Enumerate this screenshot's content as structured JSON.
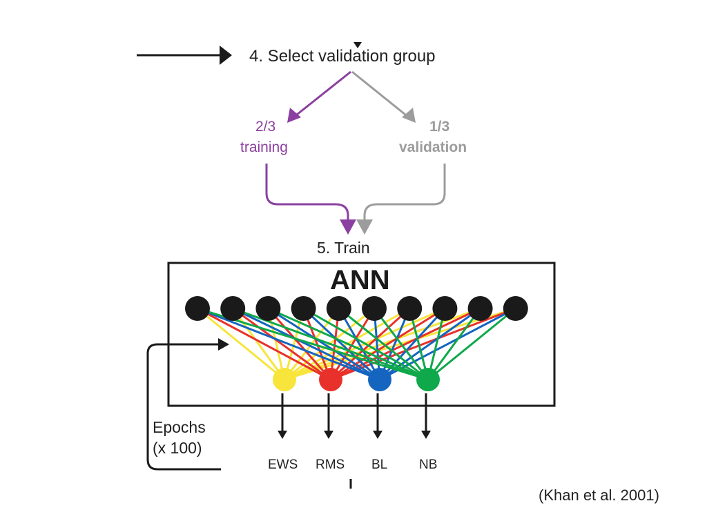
{
  "steps": {
    "select": "4. Select validation group",
    "train": "5. Train"
  },
  "split": {
    "training_fraction": "2/3",
    "training_label": "training",
    "validation_fraction": "1/3",
    "validation_label": "validation"
  },
  "network": {
    "title": "ANN",
    "input_node_count": 10,
    "outputs": [
      {
        "label": "EWS",
        "color": "#f7e53b"
      },
      {
        "label": "RMS",
        "color": "#e8312a"
      },
      {
        "label": "BL",
        "color": "#1565c0"
      },
      {
        "label": "NB",
        "color": "#0fa84a"
      }
    ]
  },
  "epochs": {
    "line1": "Epochs",
    "line2": "(x 100)"
  },
  "citation": "(Khan et al. 2001)",
  "colors": {
    "training": "#8b3fa0",
    "validation": "#9c9c9c",
    "line": "#1a1a1a"
  }
}
